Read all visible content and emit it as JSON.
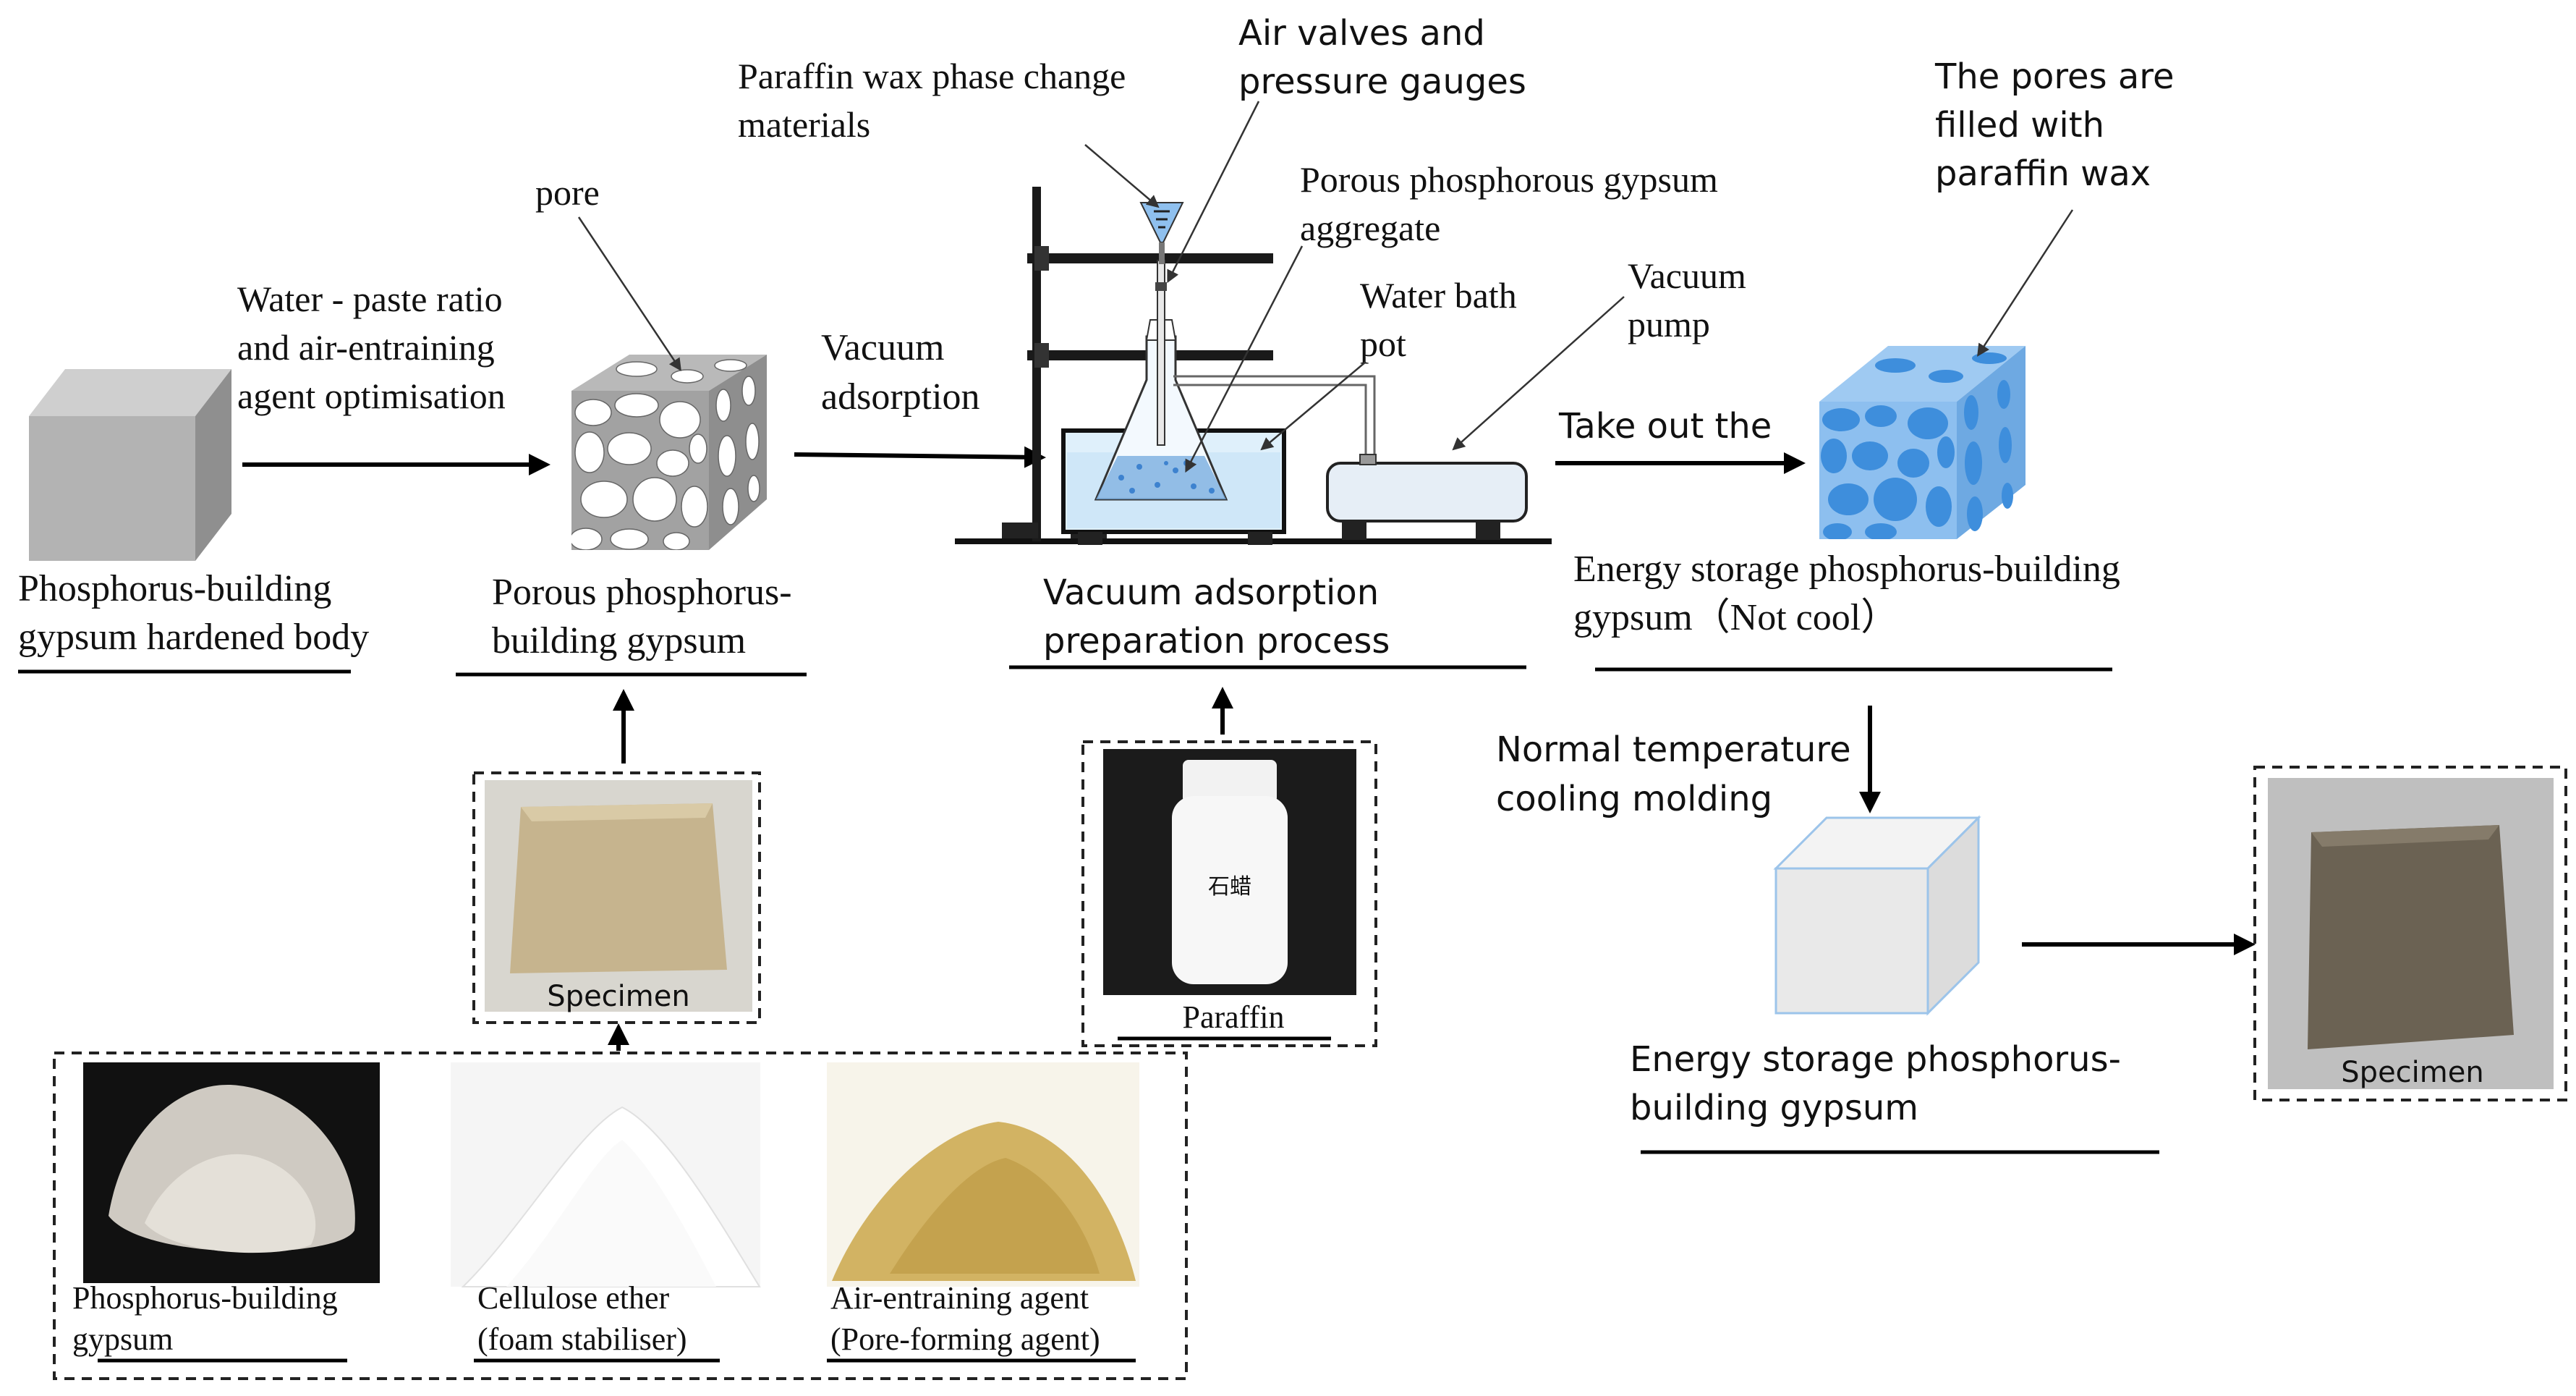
{
  "colors": {
    "arrow": "#000000",
    "cube_grey": "#b8b8b8",
    "pore_white": "#ffffff",
    "pore_cube_bg": "#9a9a9a",
    "wax_blue": "#7fb6ea",
    "wax_pore_blue": "#3f8edd",
    "cooled_cube": "#e9e9e9",
    "cooled_edge": "#9cc4ea",
    "water": "#dbeefb",
    "dashed_border": "#222222"
  },
  "labels": {
    "hardened_body": [
      "Phosphorus-building",
      "gypsum hardened body"
    ],
    "optimisation": [
      "Water - paste ratio",
      "and air-entraining",
      "agent optimisation"
    ],
    "pore": "pore",
    "porous_gypsum": [
      "Porous phosphorus-",
      "building gypsum"
    ],
    "vacuum_adsorption": [
      "Vacuum",
      "adsorption"
    ],
    "paraffin_pcm": [
      "Paraffin wax phase change",
      "materials"
    ],
    "air_valves": [
      "Air valves and",
      "pressure gauges"
    ],
    "porous_aggregate": [
      "Porous phosphorous gypsum",
      "aggregate"
    ],
    "water_bath": [
      "Water bath",
      "pot"
    ],
    "vacuum_pump": [
      "Vacuum",
      "pump"
    ],
    "vacuum_process": [
      "Vacuum adsorption",
      "preparation process"
    ],
    "take_out": "Take out the",
    "pores_filled": [
      "The pores are",
      "filled with",
      "paraffin wax"
    ],
    "energy_not_cool": [
      "Energy storage phosphorus-building",
      "gypsum（Not cool）"
    ],
    "cooling": [
      "Normal temperature",
      "cooling molding"
    ],
    "energy_final": [
      "Energy storage phosphorus-",
      "building gypsum"
    ],
    "specimen_1": "Specimen",
    "paraffin_photo": "Paraffin",
    "specimen_2": "Specimen",
    "raw_gypsum": [
      "Phosphorus-building",
      "gypsum"
    ],
    "cellulose": [
      "Cellulose ether",
      "(foam stabiliser)"
    ],
    "air_agent": [
      "Air-entraining agent",
      "(Pore-forming agent)"
    ]
  }
}
